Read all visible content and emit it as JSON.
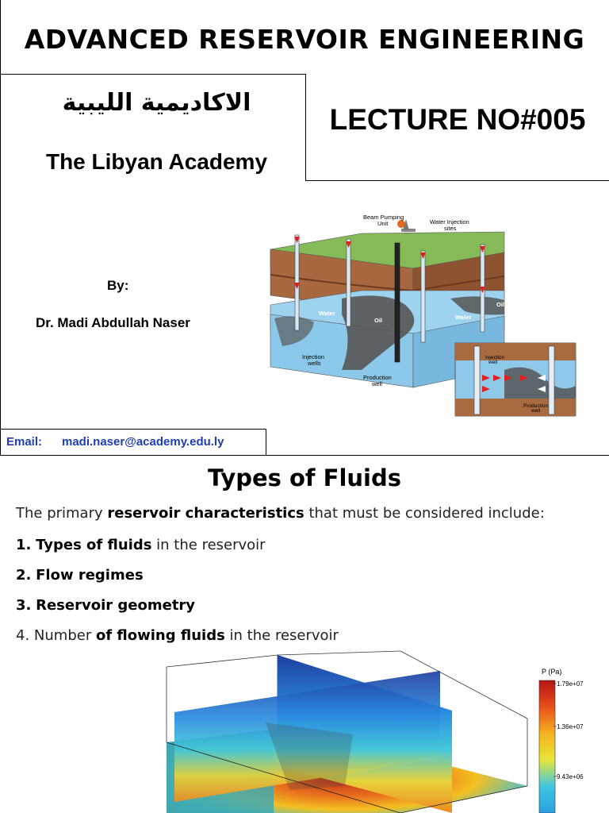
{
  "slide1": {
    "title": "ADVANCED RESERVOIR ENGINEERING",
    "academy_arabic": "الاكاديمية الليبية",
    "academy_english": "The Libyan Academy",
    "lecture": "LECTURE NO#005",
    "by_label": "By:",
    "author": "Dr. Madi Abdullah Naser",
    "email_label": "Email:",
    "email": "madi.naser@academy.edu.ly",
    "diagram_labels": {
      "beam_pumping_unit": "Beam Pumping",
      "beam_pumping_unit_2": "Unit",
      "water_injection_sites": "Water Injection",
      "water_injection_sites_2": "sites",
      "water_left": "Water",
      "oil_center": "Oil",
      "oil_right": "Oil",
      "water_right": "Water",
      "injection_wells": "Injection",
      "injection_wells_2": "wells",
      "production_well": "Production",
      "production_well_2": "well",
      "inset_injection_well": "Injection",
      "inset_injection_well_2": "well",
      "inset_production_well": "Production",
      "inset_production_well_2": "well"
    }
  },
  "slide2": {
    "title": "Types of Fluids",
    "intro_pre": "The primary ",
    "intro_bold": "reservoir characteristics",
    "intro_post": " that must be considered include:",
    "items": [
      {
        "num": "1.",
        "bold": "Types of fluids",
        "rest": " in the reservoir"
      },
      {
        "num": "2.",
        "bold": "Flow regimes",
        "rest": ""
      },
      {
        "num": "3.",
        "bold": "Reservoir geometry",
        "rest": ""
      },
      {
        "num": "4.",
        "pre": "Number ",
        "bold": "of flowing fluids",
        "rest": " in the reservoir"
      }
    ],
    "colorbar": {
      "title": "P (Pa)",
      "ticks": [
        "1.79e+07",
        "1.36e+07",
        "9.43e+06"
      ]
    }
  },
  "colors": {
    "email_blue": "#1f3fb3",
    "grass": "#7cb04a",
    "rock_brown": "#a0633d",
    "water_blue": "#7ec3ea",
    "oil_dark": "#4a4a4a",
    "injection_red": "#e02020"
  }
}
